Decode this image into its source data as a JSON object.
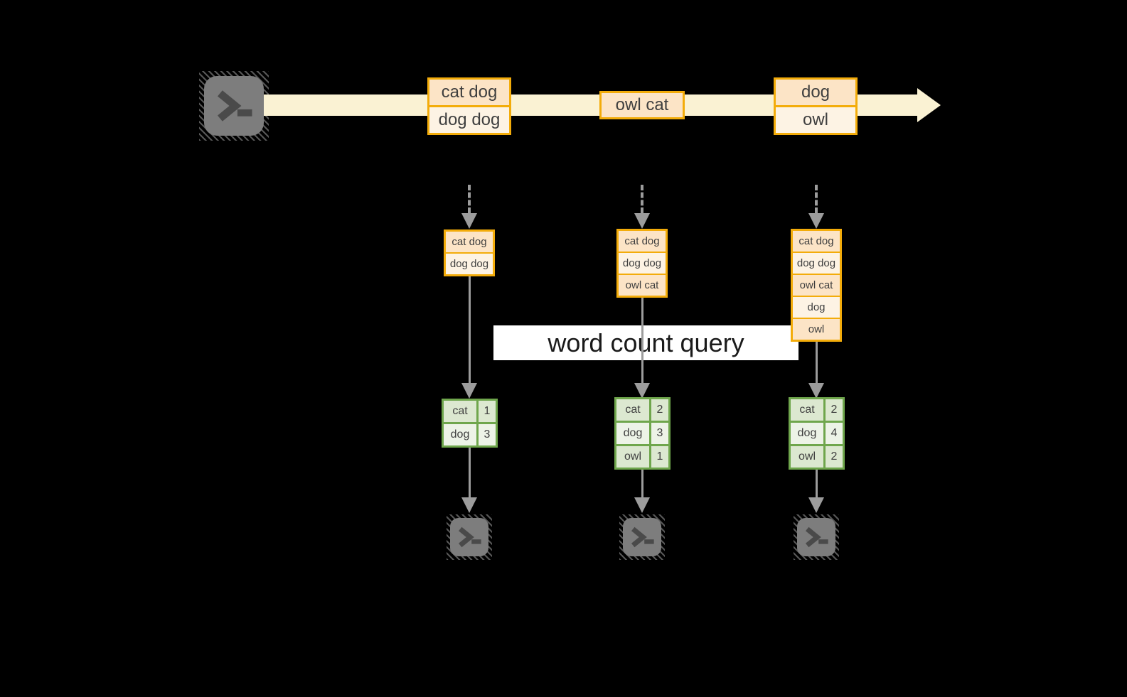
{
  "query_label": "word count query",
  "stream": {
    "source_icon": "terminal-icon",
    "events": [
      {
        "lines": [
          "cat dog",
          "dog dog"
        ]
      },
      {
        "lines": [
          "owl cat"
        ]
      },
      {
        "lines": [
          "dog",
          "owl"
        ]
      }
    ]
  },
  "state_buffers": [
    [
      "cat dog",
      "dog dog"
    ],
    [
      "cat dog",
      "dog dog",
      "owl cat"
    ],
    [
      "cat dog",
      "dog dog",
      "owl cat",
      "dog",
      "owl"
    ]
  ],
  "count_tables": [
    [
      [
        "cat",
        "1"
      ],
      [
        "dog",
        "3"
      ]
    ],
    [
      [
        "cat",
        "2"
      ],
      [
        "dog",
        "3"
      ],
      [
        "owl",
        "1"
      ]
    ],
    [
      [
        "cat",
        "2"
      ],
      [
        "dog",
        "4"
      ],
      [
        "owl",
        "2"
      ]
    ]
  ],
  "output_icons": [
    "terminal-icon",
    "terminal-icon",
    "terminal-icon"
  ],
  "colors": {
    "stream_arrow": "#FAF2D3",
    "event_border": "#F3AC0A",
    "event_fill_peach": "#FCE4C6",
    "event_fill_cream": "#FDF3E4",
    "table_border": "#6FA64C",
    "table_fill_dark": "#DCE8D0",
    "table_fill_light": "#EDF3E7",
    "connector_gray": "#9C9C9C",
    "terminal_gray": "#7D7D7D",
    "label_bg": "#FFFFFF",
    "text": "#3F3F3F"
  }
}
